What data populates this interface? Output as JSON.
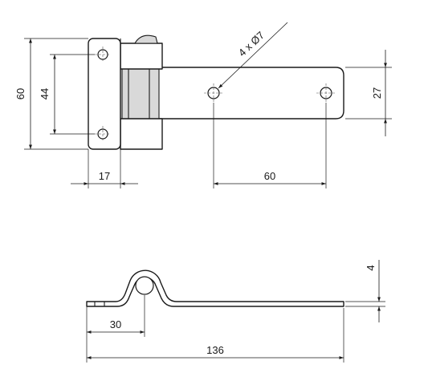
{
  "drawing": {
    "top_view": {
      "dim_overall_height": "60",
      "dim_hole_spacing_vertical": "44",
      "dim_leaf_width": "17",
      "dim_hole_spacing_horizontal": "60",
      "dim_strap_height": "27",
      "hole_callout": "4 x Ø7"
    },
    "side_view": {
      "dim_thickness": "4",
      "dim_pin_offset": "30",
      "dim_overall_length": "136"
    }
  }
}
